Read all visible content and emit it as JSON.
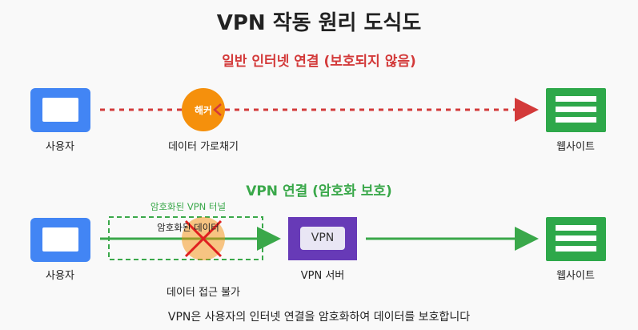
{
  "title": "VPN 작동 원리 도식도",
  "unprotected": {
    "heading": "일반 인터넷 연결 (보호되지 않음)",
    "user_label": "사용자",
    "hacker_label": "해커",
    "intercept_label": "데이터 가로채기",
    "website_label": "웹사이트"
  },
  "vpn": {
    "heading": "VPN 연결 (암호화 보호)",
    "tunnel_label": "암호화된 VPN 터널",
    "encrypted_data_label": "암호화된 데이터",
    "user_label": "사용자",
    "blocked_label": "데이터 접근 불가",
    "server_box_text": "VPN",
    "server_label": "VPN 서버",
    "website_label": "웹사이트"
  },
  "caption": "VPN은 사용자의 인터넷 연결을 암호화하여 데이터를 보호합니다",
  "colors": {
    "user_blue": "#4285f4",
    "website_green": "#2ea84a",
    "hacker_orange": "#f5900c",
    "danger_red": "#d33a3a",
    "vpn_purple": "#673ab7",
    "tunnel_green": "#3aa84a"
  }
}
